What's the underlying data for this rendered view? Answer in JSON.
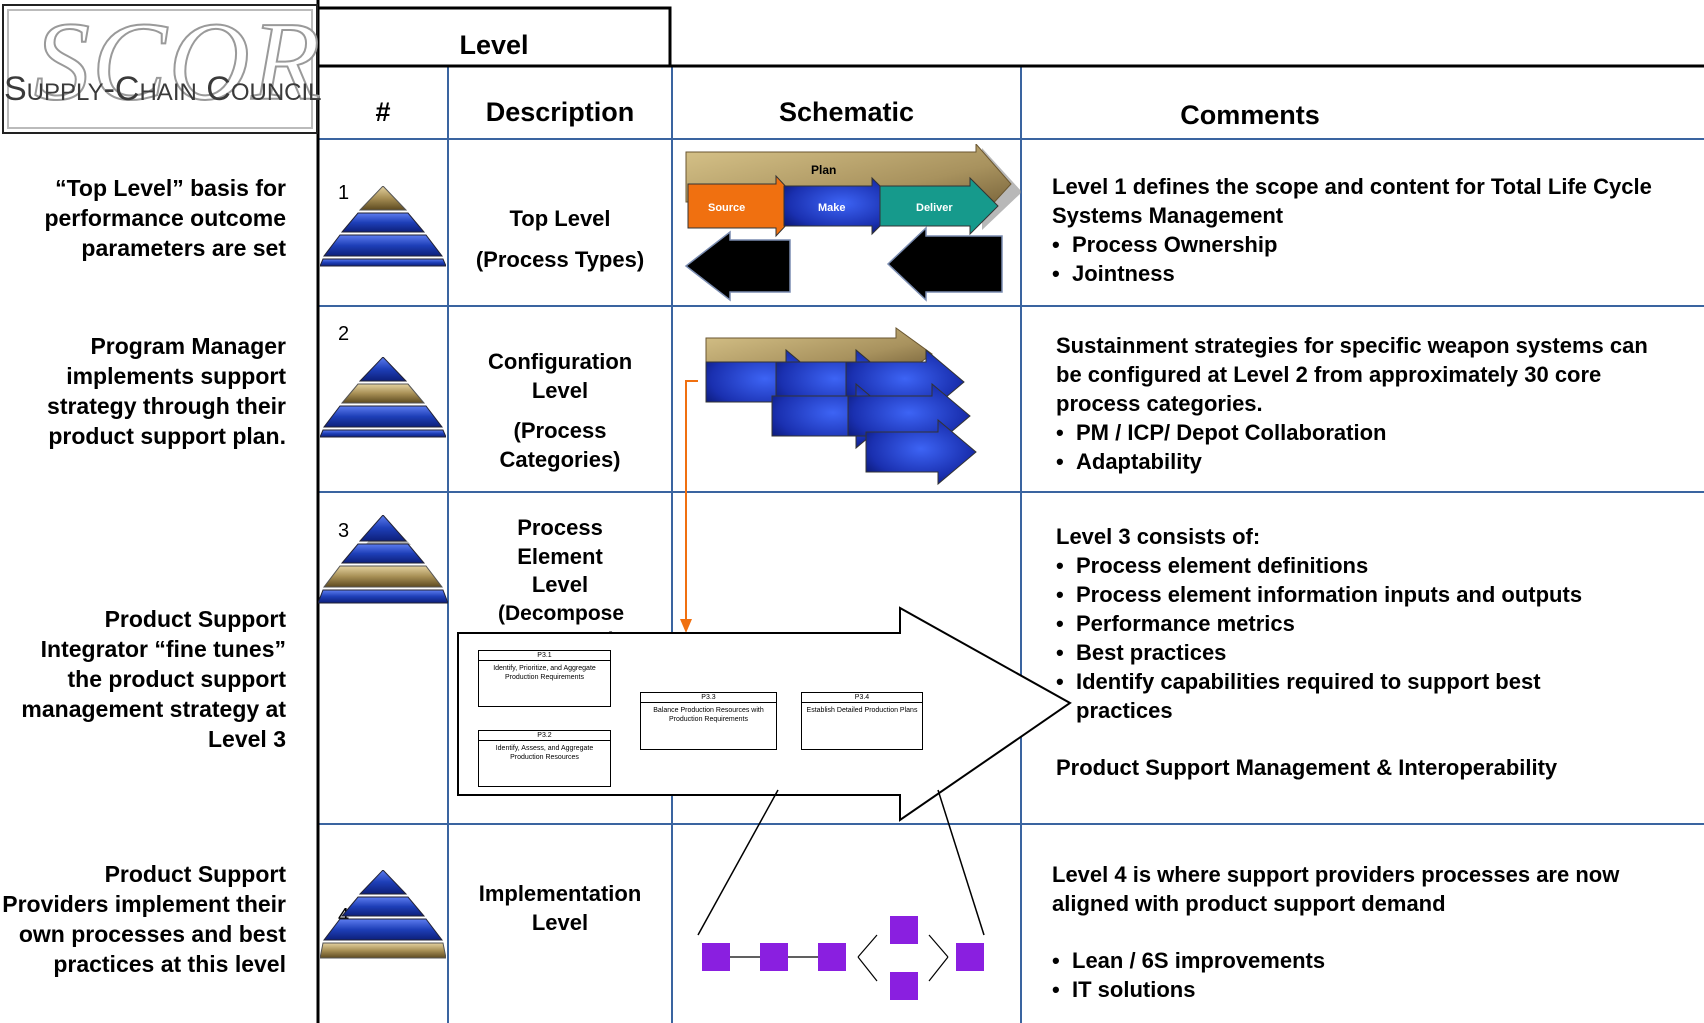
{
  "logo": {
    "letters": "SCOR",
    "text": "Supply-Chain Council"
  },
  "header": {
    "level": "Level",
    "num": "#",
    "description": "Description",
    "schematic": "Schematic",
    "comments": "Comments"
  },
  "side_notes": [
    "“Top Level” basis for performance outcome parameters are set",
    "Program Manager implements support strategy through their product support plan.",
    "Product Support Integrator “fine tunes” the product support management strategy at Level 3",
    "Product Support Providers implement their own processes and best practices at this level"
  ],
  "rows": [
    {
      "num": "1",
      "description_lines": [
        "Top Level",
        "(Process Types)"
      ],
      "comment_lines": [
        "Level 1 defines the scope and content for Total Life Cycle Systems Management"
      ],
      "bullets": [
        "Process Ownership",
        "Jointness"
      ]
    },
    {
      "num": "2",
      "description_lines": [
        "Configuration Level",
        "(Process Categories)"
      ],
      "comment_lines": [
        "Sustainment strategies for specific weapon systems can be configured at Level 2 from approximately 30 core process categories."
      ],
      "bullets": [
        "PM / ICP/ Depot Collaboration",
        "Adaptability"
      ]
    },
    {
      "num": "3",
      "description_lines": [
        "Process Element Level",
        "(Decompose Processes)"
      ],
      "comment_lines": [
        "Level 3 consists of:"
      ],
      "bullets": [
        "Process element definitions",
        "Process element information inputs and outputs",
        "Performance metrics",
        "Best practices",
        "Identify capabilities required to support best practices"
      ],
      "footer": "Product Support Management & Interoperability"
    },
    {
      "num": "4",
      "description_lines": [
        "Implementation Level"
      ],
      "comment_lines": [
        "Level 4  is where support providers  processes are now aligned with product support demand"
      ],
      "bullets": [
        "Lean / 6S improvements",
        "IT solutions"
      ]
    }
  ],
  "schematic_level1": {
    "plan": "Plan",
    "source": "Source",
    "make": "Make",
    "deliver": "Deliver"
  },
  "process_boxes": [
    {
      "id": "P3.1",
      "text": "Identify, Prioritize, and Aggregate Production Requirements"
    },
    {
      "id": "P3.2",
      "text": "Identify, Assess, and Aggregate Production Resources"
    },
    {
      "id": "P3.3",
      "text": "Balance Production Resources with Production Requirements"
    },
    {
      "id": "P3.4",
      "text": "Establish Detailed Production Plans"
    }
  ],
  "colors": {
    "grid_line": "#3a64a0",
    "pyramid_blue": "#1e3fb8",
    "pyramid_gold": "#a78f55",
    "source_orange": "#f07010",
    "make_blue": "#1a30b0",
    "deliver_teal": "#169a8c",
    "plan_gold": "#a8925e",
    "connector_orange": "#f07010",
    "node_purple": "#8a1fe0"
  }
}
